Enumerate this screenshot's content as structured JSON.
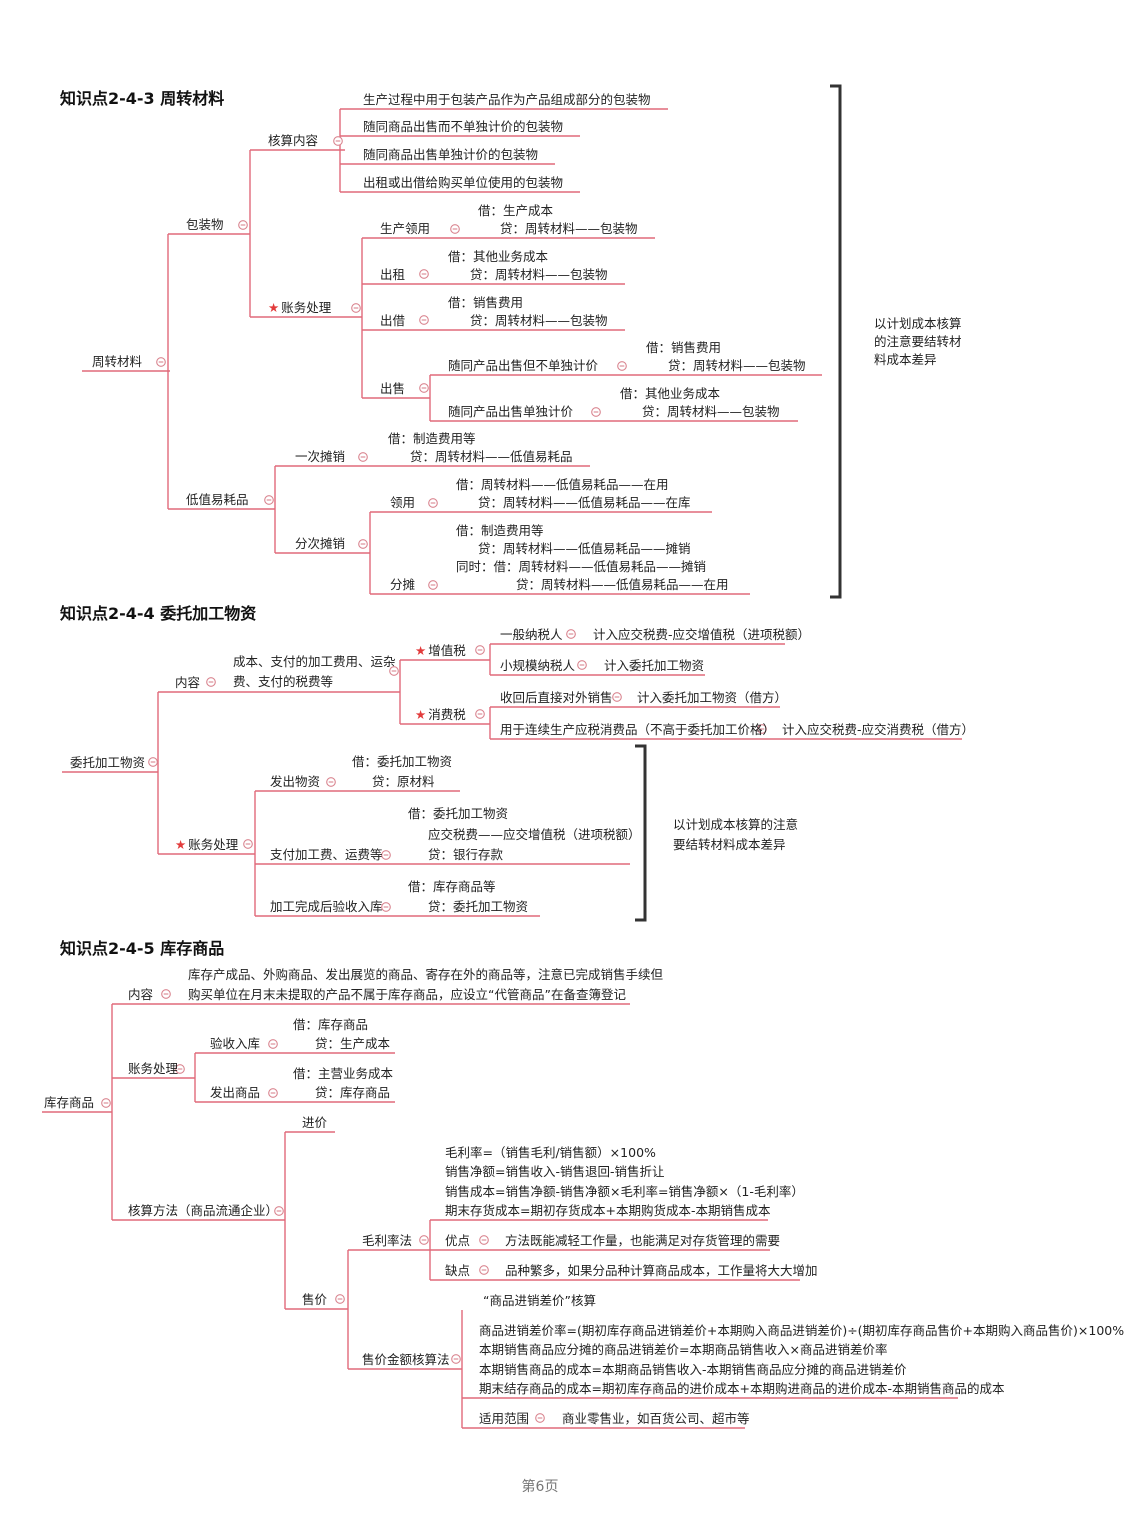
{
  "nodes": [
    {
      "id": "h1",
      "text": "知识点2-4-3 周转材料",
      "h": 1
    },
    {
      "id": "a1",
      "text": "生产过程中用于包装产品作为产品组成部分的包装物"
    },
    {
      "id": "a2",
      "text": "随同商品出售而不单独计价的包装物"
    },
    {
      "id": "a3",
      "text": "随同商品出售单独计价的包装物"
    },
    {
      "id": "a4",
      "text": "出租或出借给购买单位使用的包装物"
    },
    {
      "id": "hesuan",
      "text": "核算内容"
    },
    {
      "id": "baozhuang",
      "text": "包装物"
    },
    {
      "id": "zhouzhuan",
      "text": "周转材料"
    },
    {
      "id": "zhangwu1",
      "text": "账务处理",
      "star": 1
    },
    {
      "id": "scly",
      "text": "生产领用"
    },
    {
      "id": "scly1",
      "text": "借：生产成本"
    },
    {
      "id": "scly2",
      "text": "贷：周转材料——包装物"
    },
    {
      "id": "chuzu",
      "text": "出租"
    },
    {
      "id": "chuzu1",
      "text": "借：其他业务成本"
    },
    {
      "id": "chuzu2",
      "text": "贷：周转材料——包装物"
    },
    {
      "id": "chujie",
      "text": "出借"
    },
    {
      "id": "chujie1",
      "text": "借：销售费用"
    },
    {
      "id": "chujie2",
      "text": "贷：周转材料——包装物"
    },
    {
      "id": "chushou",
      "text": "出售"
    },
    {
      "id": "cs1",
      "text": "随同产品出售但不单独计价"
    },
    {
      "id": "cs1a",
      "text": "借：销售费用"
    },
    {
      "id": "cs1b",
      "text": "贷：周转材料——包装物"
    },
    {
      "id": "cs2",
      "text": "随同产品出售单独计价"
    },
    {
      "id": "cs2a",
      "text": "借：其他业务成本"
    },
    {
      "id": "cs2b",
      "text": "贷：周转材料——包装物"
    },
    {
      "id": "dizhi",
      "text": "低值易耗品"
    },
    {
      "id": "yici",
      "text": "一次摊销"
    },
    {
      "id": "yici1",
      "text": "借：制造费用等"
    },
    {
      "id": "yici2",
      "text": "贷：周转材料——低值易耗品"
    },
    {
      "id": "fenci",
      "text": "分次摊销"
    },
    {
      "id": "lingyong",
      "text": "领用"
    },
    {
      "id": "ly1",
      "text": "借：周转材料——低值易耗品——在用"
    },
    {
      "id": "ly2",
      "text": "贷：周转材料——低值易耗品——在库"
    },
    {
      "id": "fentan",
      "text": "分摊"
    },
    {
      "id": "ft1",
      "text": "借：制造费用等"
    },
    {
      "id": "ft2",
      "text": "贷：周转材料——低值易耗品——摊销"
    },
    {
      "id": "ft3",
      "text": "同时：借：周转材料——低值易耗品——摊销"
    },
    {
      "id": "ft4",
      "text": "贷：周转材料——低值易耗品——在用"
    },
    {
      "id": "note1a",
      "text": "以计划成本核算"
    },
    {
      "id": "note1b",
      "text": "的注意要结转材"
    },
    {
      "id": "note1c",
      "text": "料成本差异"
    },
    {
      "id": "h2",
      "text": "知识点2-4-4 委托加工物资",
      "h": 1
    },
    {
      "id": "weituo",
      "text": "委托加工物资"
    },
    {
      "id": "neirong2",
      "text": "内容"
    },
    {
      "id": "nr2a",
      "text": "成本、支付的加工费用、运杂"
    },
    {
      "id": "nr2b",
      "text": "费、支付的税费等"
    },
    {
      "id": "zengzhi",
      "text": "增值税",
      "star": 1
    },
    {
      "id": "yiban",
      "text": "一般纳税人"
    },
    {
      "id": "yiban1",
      "text": "计入应交税费-应交增值税（进项税额）"
    },
    {
      "id": "xiaogui",
      "text": "小规模纳税人"
    },
    {
      "id": "xiaogui1",
      "text": "计入委托加工物资"
    },
    {
      "id": "xiaofei",
      "text": "消费税",
      "star": 1
    },
    {
      "id": "shouhui",
      "text": "收回后直接对外销售"
    },
    {
      "id": "shouhui1",
      "text": "计入委托加工物资（借方）"
    },
    {
      "id": "lianxu",
      "text": "用于连续生产应税消费品（不高于委托加工价格）"
    },
    {
      "id": "lianxu1",
      "text": "计入应交税费-应交消费税（借方）"
    },
    {
      "id": "zhangwu2",
      "text": "账务处理",
      "star": 1
    },
    {
      "id": "fachu",
      "text": "发出物资"
    },
    {
      "id": "fachu1",
      "text": "借：委托加工物资"
    },
    {
      "id": "fachu2",
      "text": "贷：原材料"
    },
    {
      "id": "zhifu",
      "text": "支付加工费、运费等"
    },
    {
      "id": "zhifu1",
      "text": "借：委托加工物资"
    },
    {
      "id": "zhifu2",
      "text": "应交税费——应交增值税（进项税额）"
    },
    {
      "id": "zhifu3",
      "text": "贷：银行存款"
    },
    {
      "id": "jiagong",
      "text": "加工完成后验收入库"
    },
    {
      "id": "jiagong1",
      "text": "借：库存商品等"
    },
    {
      "id": "jiagong2",
      "text": "贷：委托加工物资"
    },
    {
      "id": "note2a",
      "text": "以计划成本核算的注意"
    },
    {
      "id": "note2b",
      "text": "要结转材料成本差异"
    },
    {
      "id": "h3",
      "text": "知识点2-4-5 库存商品",
      "h": 1
    },
    {
      "id": "kucun",
      "text": "库存商品"
    },
    {
      "id": "neirong3",
      "text": "内容"
    },
    {
      "id": "nr3a",
      "text": "库存产成品、外购商品、发出展览的商品、寄存在外的商品等，注意已完成销售手续但"
    },
    {
      "id": "nr3b",
      "text": "购买单位在月末未提取的产品不属于库存商品，应设立“代管商品”在备查簿登记"
    },
    {
      "id": "zhangwu3",
      "text": "账务处理"
    },
    {
      "id": "yanshou",
      "text": "验收入库"
    },
    {
      "id": "yanshou1",
      "text": "借：库存商品"
    },
    {
      "id": "yanshou2",
      "text": "贷：生产成本"
    },
    {
      "id": "fachu3",
      "text": "发出商品"
    },
    {
      "id": "fachu31",
      "text": "借：主营业务成本"
    },
    {
      "id": "fachu32",
      "text": "贷：库存商品"
    },
    {
      "id": "hesuanff",
      "text": "核算方法（商品流通企业）"
    },
    {
      "id": "jinjia",
      "text": "进价"
    },
    {
      "id": "shoujia",
      "text": "售价"
    },
    {
      "id": "maoli",
      "text": "毛利率法"
    },
    {
      "id": "ml1",
      "text": "毛利率=（销售毛利/销售额）×100%"
    },
    {
      "id": "ml2",
      "text": "销售净额=销售收入-销售退回-销售折让"
    },
    {
      "id": "ml3",
      "text": "销售成本=销售净额-销售净额×毛利率=销售净额×（1-毛利率）"
    },
    {
      "id": "ml4",
      "text": "期末存货成本=期初存货成本+本期购货成本-本期销售成本"
    },
    {
      "id": "youdian",
      "text": "优点"
    },
    {
      "id": "youdian1",
      "text": "方法既能减轻工作量，也能满足对存货管理的需要"
    },
    {
      "id": "quedian",
      "text": "缺点"
    },
    {
      "id": "quedian1",
      "text": "品种繁多，如果分品种计算商品成本，工作量将大大增加"
    },
    {
      "id": "shoujiaje",
      "text": "售价金额核算法"
    },
    {
      "id": "sj0",
      "text": "“商品进销差价”核算"
    },
    {
      "id": "sj1",
      "text": "商品进销差价率=(期初库存商品进销差价+本期购入商品进销差价)÷(期初库存商品售价+本期购入商品售价)×100%"
    },
    {
      "id": "sj2",
      "text": "本期销售商品应分摊的商品进销差价=本期商品销售收入×商品进销差价率"
    },
    {
      "id": "sj3",
      "text": "本期销售商品的成本=本期商品销售收入-本期销售商品应分摊的商品进销差价"
    },
    {
      "id": "sj4",
      "text": "期末结存商品的成本=期初库存商品的进价成本+本期购进商品的进价成本-本期销售商品的成本"
    },
    {
      "id": "shiyong",
      "text": "适用范围"
    },
    {
      "id": "shiyong1",
      "text": "商业零售业，如百货公司、超市等"
    }
  ],
  "footer": "第6页",
  "colors": {
    "line": "#e06a7a",
    "bracket": "#333333",
    "collapse": "#d9848f",
    "star": "#e23b3b",
    "text": "#222222"
  }
}
